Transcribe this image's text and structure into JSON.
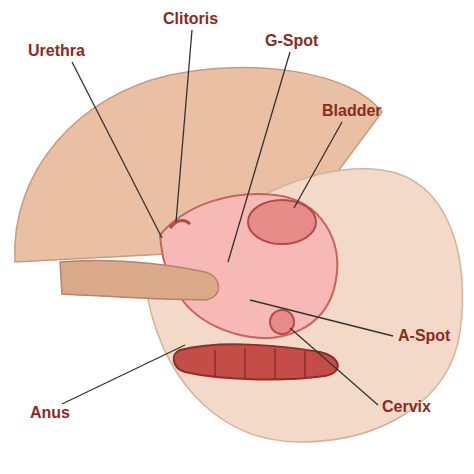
{
  "diagram": {
    "labels": [
      "Clitoris",
      "Urethra",
      "G-Spot",
      "Bladder",
      "A-Spot",
      "Cervix",
      "Anus"
    ]
  }
}
